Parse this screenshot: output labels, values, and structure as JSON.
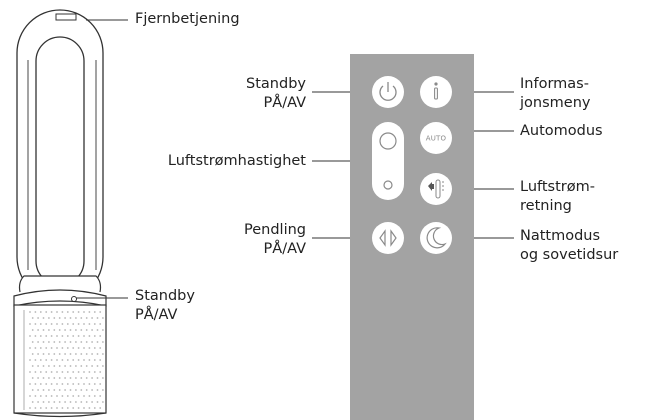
{
  "labels": {
    "fjernbetjening": "Fjernbetjening",
    "standby_remote_line1": "Standby",
    "standby_remote_line2": "PÅ/AV",
    "luftstrom_hastighet": "Luftstrømhastighet",
    "pendling_line1": "Pendling",
    "pendling_line2": "PÅ/AV",
    "informasjonsmeny_line1": "Informas-",
    "informasjonsmeny_line2": "jonsmeny",
    "automodus": "Automodus",
    "luftstrom_retning_line1": "Luftstrøm-",
    "luftstrom_retning_line2": "retning",
    "nattmodus_line1": "Nattmodus",
    "nattmodus_line2": "og sovetidsur",
    "standby_fan_line1": "Standby",
    "standby_fan_line2": "PÅ/AV"
  },
  "remote": {
    "auto_button_text": "AUTO"
  },
  "colors": {
    "remote_body": "#a3a3a3",
    "button_fill": "#ffffff",
    "button_icon": "#8a8a8a",
    "leader_line": "#333333",
    "fan_outline": "#333333"
  }
}
